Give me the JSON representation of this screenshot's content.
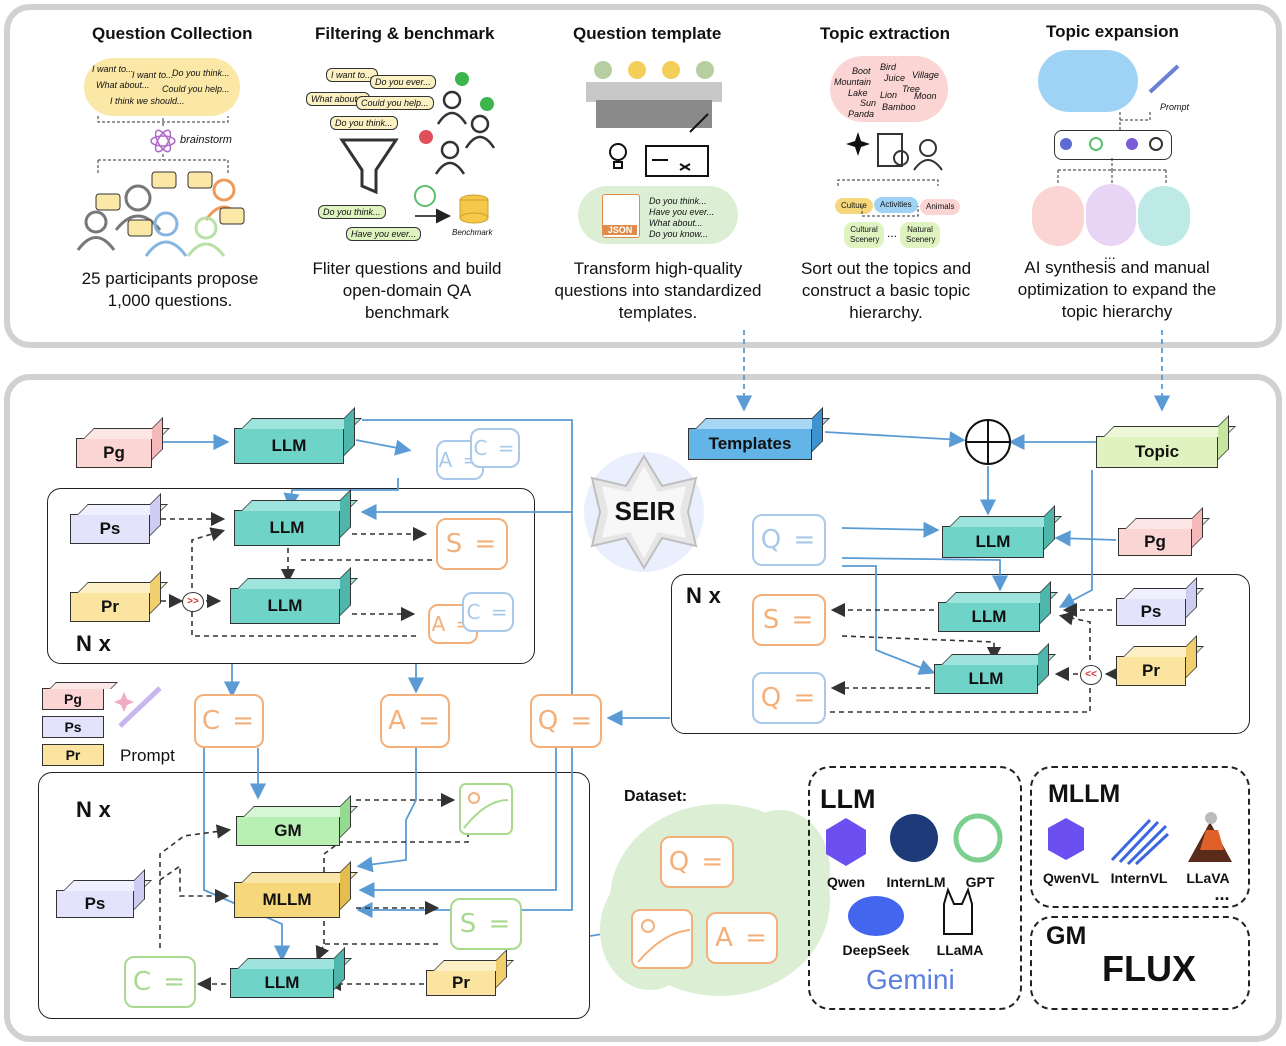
{
  "stages": [
    {
      "title": "Question Collection",
      "description": "25 participants propose 1,000 questions."
    },
    {
      "title": "Filtering & benchmark",
      "description": "Fliter questions and build open-domain QA benchmark"
    },
    {
      "title": "Question template",
      "description": "Transform high-quality questions into standardized templates."
    },
    {
      "title": "Topic extraction",
      "description": "Sort out the topics and construct a basic topic hierarchy."
    },
    {
      "title": "Topic expansion",
      "description": "AI synthesis and manual optimization to expand the topic hierarchy"
    }
  ],
  "collection": {
    "bubbles": [
      "I want to...",
      "I want to...",
      "Do you think...",
      "What about...",
      "Could you help...",
      "I think we should..."
    ],
    "brainstorm": "brainstorm"
  },
  "filtering": {
    "bubbles": [
      "I want to...",
      "Do you ever...",
      "What about...",
      "Could you help...",
      "Do you think...",
      "Do you think...",
      "Have you ever..."
    ],
    "benchmark": "Benchmark"
  },
  "template": {
    "json_label": "JSON",
    "lines": [
      "Do you think...",
      "Have you ever...",
      "What about...",
      "Do you know..."
    ]
  },
  "topic_extraction": {
    "words": [
      "Boot",
      "Bird",
      "Village",
      "Mountain",
      "Juice",
      "Tree",
      "Lake",
      "Lion",
      "Moon",
      "Sun",
      "Panda",
      "Bamboo"
    ],
    "chips": [
      "Culture",
      "Activities",
      "Animals",
      "Cultural Scenery",
      "Natural Scenery"
    ],
    "ellipsis": "..."
  },
  "topic_expansion": {
    "prompt": "Prompt",
    "ellipsis": "..."
  },
  "pipeline": {
    "seir": "SEIR",
    "templates": "Templates",
    "topic": "Topic",
    "llm": "LLM",
    "gm": "GM",
    "mllm": "MLLM",
    "pg": "Pg",
    "ps": "Ps",
    "pr": "Pr",
    "nx_n": "N",
    "nx_x": "x",
    "prompt": "Prompt",
    "dataset": "Dataset:",
    "card_c": "C =",
    "card_a": "A =",
    "card_s": "S =",
    "card_q": "Q =",
    "merge": ">>",
    "merge_rev": "<<"
  },
  "models": {
    "llm_title": "LLM",
    "llm_items": [
      "Qwen",
      "InternLM",
      "GPT",
      "DeepSeek",
      "LLaMA"
    ],
    "gemini": "Gemini",
    "mllm_title": "MLLM",
    "mllm_items": [
      "QwenVL",
      "InternVL",
      "LLaVA"
    ],
    "mllm_more": "...",
    "gm_title": "GM",
    "gm_item": "FLUX"
  },
  "colors": {
    "llm": "#6fd3c8",
    "gm": "#b8f0b4",
    "mllm": "#f7d77c",
    "pg": "#fbd4d4",
    "ps": "#e3e3fb",
    "pr": "#fbe4a0",
    "templates": "#63b5e8",
    "topic": "#dff3c0",
    "card_orange": "#f3b07a",
    "card_blue": "#a9c9ea",
    "card_green": "#a8d98f",
    "arrow_blue": "#5a9bd5"
  }
}
